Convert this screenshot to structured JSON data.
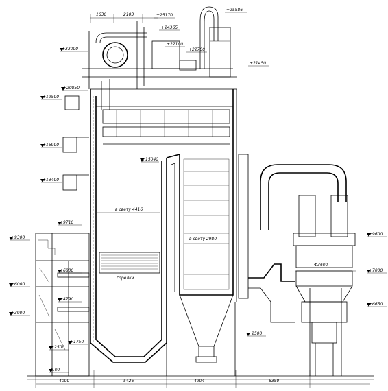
{
  "elevations_left": [
    "+33000",
    "+20850",
    "+19500",
    "+15900",
    "+13400",
    "+9710",
    "+9300",
    "+6800",
    "+6000",
    "+4790",
    "+3900",
    "+1750",
    "+2500",
    "0.00"
  ],
  "elevations_top": [
    "+25586",
    "+25170",
    "+24365",
    "+22100",
    "+22700",
    "+21450"
  ],
  "elevations_right": [
    "+15040",
    "+9600",
    "+7000",
    "+6650",
    "+2500"
  ],
  "dims_top": [
    "1630",
    "2103"
  ],
  "dims_bottom": [
    "4000",
    "5426",
    "4904",
    "6350"
  ],
  "labels": {
    "furnace_width": "в свету 4416",
    "conv_width": "в свету 2980",
    "cyclone_dia": "Ф3600",
    "burners": "горелки"
  }
}
